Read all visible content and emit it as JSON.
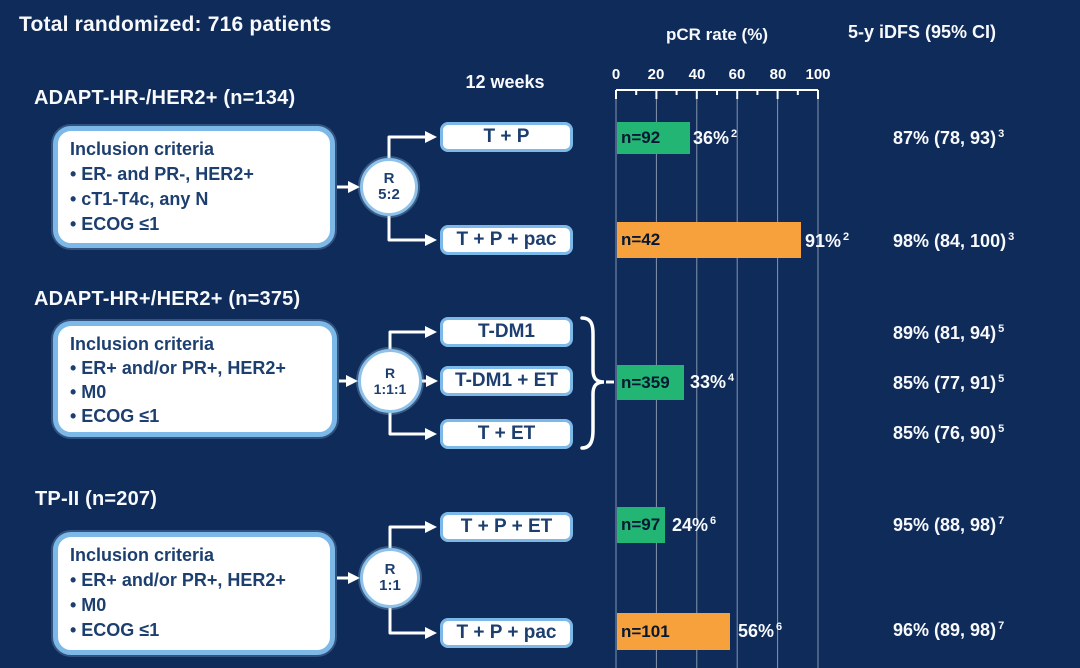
{
  "title": "Total randomized: 716 patients",
  "column_headers": {
    "timepoint": "12 weeks",
    "pcr": "pCR rate (%)",
    "idfs": "5-y iDFS (95% CI)"
  },
  "groups": [
    {
      "title": "ADAPT-HR-/HER2+ (n=134)",
      "inclusion_heading": "Inclusion criteria",
      "inclusion_items": [
        "• ER- and PR-, HER2+",
        "• cT1-T4c, any N",
        "• ECOG ≤1"
      ],
      "randomization": {
        "label": "R",
        "ratio": "5:2"
      },
      "arms": [
        "T + P",
        "T + P + pac"
      ]
    },
    {
      "title": "ADAPT-HR+/HER2+ (n=375)",
      "inclusion_heading": "Inclusion criteria",
      "inclusion_items": [
        "• ER+ and/or PR+, HER2+",
        "• M0",
        "• ECOG ≤1"
      ],
      "randomization": {
        "label": "R",
        "ratio": "1:1:1"
      },
      "arms": [
        "T-DM1",
        "T-DM1 + ET",
        "T + ET"
      ]
    },
    {
      "title": "TP-II (n=207)",
      "inclusion_heading": "Inclusion criteria",
      "inclusion_items": [
        "• ER+ and/or PR+, HER2+",
        "• M0",
        "• ECOG ≤1"
      ],
      "randomization": {
        "label": "R",
        "ratio": "1:1"
      },
      "arms": [
        "T + P + ET",
        "T + P + pac"
      ]
    }
  ],
  "chart_data": {
    "type": "bar",
    "title": "pCR rate (%)",
    "xlabel": "pCR rate (%)",
    "xlim": [
      0,
      100
    ],
    "x_ticks": [
      0,
      20,
      40,
      60,
      80,
      100
    ],
    "x_tick_labels": [
      "0",
      "20",
      "40",
      "60",
      "80",
      "100"
    ],
    "grid": true,
    "bars": [
      {
        "group": "ADAPT-HR-/HER2+ (n=134)",
        "arm": "T + P",
        "n_label": "n=92",
        "n": 92,
        "value": 36,
        "value_label": "36%",
        "footnote": "2",
        "color": "#22b573"
      },
      {
        "group": "ADAPT-HR-/HER2+ (n=134)",
        "arm": "T + P + pac",
        "n_label": "n=42",
        "n": 42,
        "value": 91,
        "value_label": "91%",
        "footnote": "2",
        "color": "#f7a13d"
      },
      {
        "group": "ADAPT-HR+/HER2+ (n=375)",
        "arm": "T-DM1 / T-DM1 + ET / T + ET",
        "n_label": "n=359",
        "n": 359,
        "value": 33,
        "value_label": "33%",
        "footnote": "4",
        "color": "#22b573"
      },
      {
        "group": "TP-II (n=207)",
        "arm": "T + P + ET",
        "n_label": "n=97",
        "n": 97,
        "value": 24,
        "value_label": "24%",
        "footnote": "6",
        "color": "#22b573"
      },
      {
        "group": "TP-II (n=207)",
        "arm": "T + P + pac",
        "n_label": "n=101",
        "n": 101,
        "value": 56,
        "value_label": "56%",
        "footnote": "6",
        "color": "#f7a13d"
      }
    ],
    "idfs_column": {
      "header": "5-y iDFS (95% CI)",
      "values": [
        {
          "value": "87% (78, 93)",
          "footnote": "3"
        },
        {
          "value": "98% (84, 100)",
          "footnote": "3"
        },
        {
          "value": "89% (81, 94)",
          "footnote": "5"
        },
        {
          "value": "85% (77, 91)",
          "footnote": "5"
        },
        {
          "value": "85% (76, 90)",
          "footnote": "5"
        },
        {
          "value": "95% (88, 98)",
          "footnote": "7"
        },
        {
          "value": "96% (89, 98)",
          "footnote": "7"
        }
      ]
    }
  },
  "colors": {
    "background": "#0e2b5a",
    "box_border": "#7db9e8",
    "box_text": "#1d3f70",
    "green_bar": "#22b573",
    "orange_bar": "#f7a13d",
    "text": "#ffffff",
    "gridline": "rgba(255,255,255,0.5)"
  }
}
